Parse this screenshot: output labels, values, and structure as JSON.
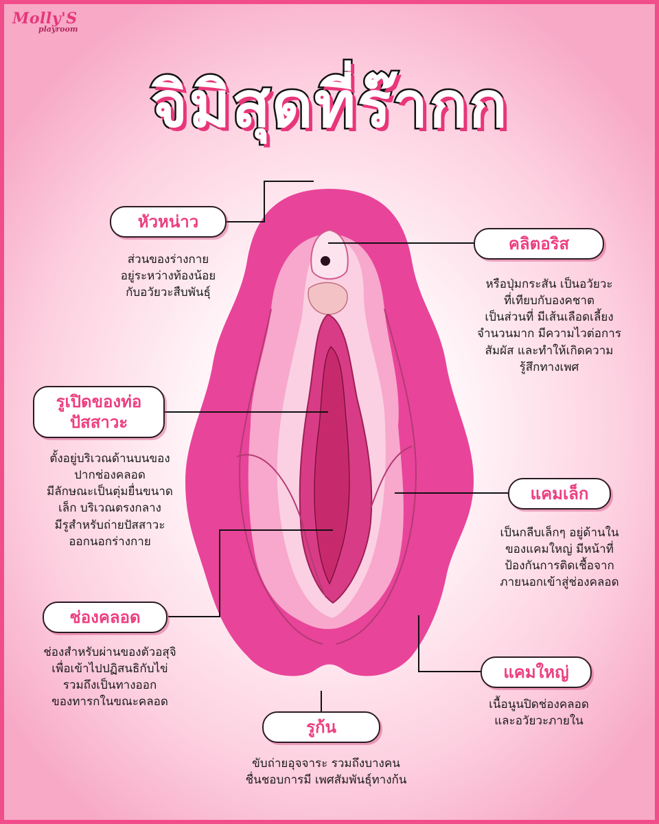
{
  "logo": {
    "line1": "Molly'S",
    "line2": "playroom"
  },
  "title": "จิมิสุดที่ร๊ากก",
  "labels": {
    "mons": {
      "name": "หัวหน่าว",
      "desc": "ส่วนของร่างกาย\nอยู่ระหว่างท้องน้อย\nกับอวัยวะสืบพันธุ์"
    },
    "clitoris": {
      "name": "คลิตอริส",
      "desc": "หรือปุ่มกระสัน เป็นอวัยวะ\nที่เทียบกับองคชาต\nเป็นส่วนที่ มีเส้นเลือดเลี้ยง\nจำนวนมาก มีความไวต่อการ\nสัมผัส และทำให้เกิดความ\nรู้สึกทางเพศ"
    },
    "urethra": {
      "name": "รูเปิดของท่อ\nปัสสาวะ",
      "desc": "ตั้งอยู่บริเวณด้านบนของ\nปากช่องคลอด\nมีลักษณะเป็นตุ่มยื่นขนาด\nเล็ก บริเวณตรงกลาง\nมีรูสำหรับถ่ายปัสสาวะ\nออกนอกร่างกาย"
    },
    "labia_minora": {
      "name": "แคมเล็ก",
      "desc": "เป็นกลีบเล็กๆ อยู่ด้านใน\nของแคมใหญ่ มีหน้าที่\nป้องกันการติดเชื้อจาก\nภายนอกเข้าสู่ช่องคลอด"
    },
    "vagina": {
      "name": "ช่องคลอด",
      "desc": "ช่องสำหรับผ่านของตัวอสุจิ\nเพื่อเข้าไปปฏิสนธิกับไข่\nรวมถึงเป็นทางออก\nของทารกในขณะคลอด"
    },
    "labia_majora": {
      "name": "แคมใหญ่",
      "desc": "เนื้อนูนปิดช่องคลอด\nและอวัยวะภายใน"
    },
    "anus": {
      "name": "รูก้น",
      "desc": "ขับถ่ายอุจจาระ รวมถึงบางคน\nชื่นชอบการมี เพศสัมพันธุ์ทางก้น"
    }
  },
  "colors": {
    "border": "#f14d8a",
    "accent": "#ec3f80",
    "outer": "#e8449a",
    "mid": "#f7a8cc",
    "light": "#fbd0e2",
    "inner": "#d93c86",
    "core": "#c72a6c"
  }
}
